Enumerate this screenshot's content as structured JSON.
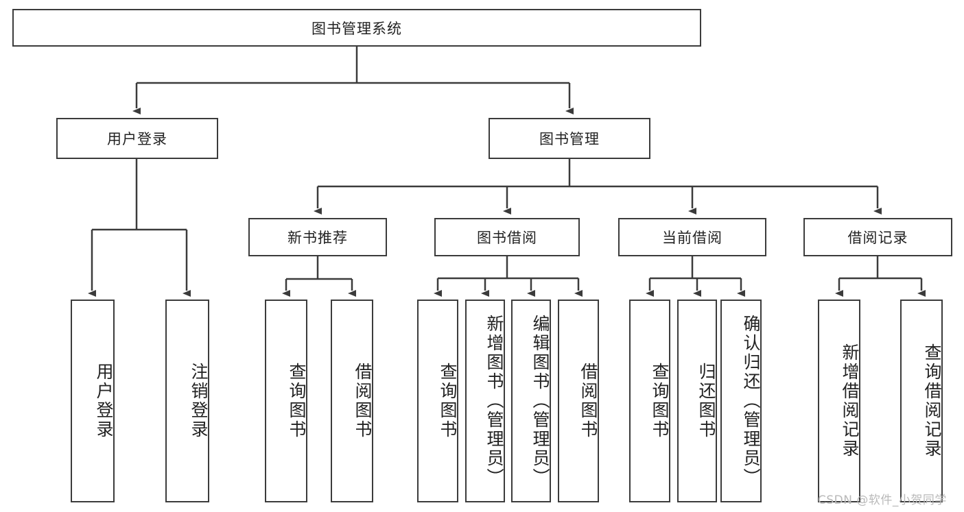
{
  "diagram": {
    "type": "tree-hierarchy-chart",
    "title": "图书管理系统",
    "colors": {
      "stroke": "#3b3b3b",
      "fill": "#ffffff",
      "text": "#222222",
      "watermark": "#b9b9b9"
    },
    "root": {
      "label": "图书管理系统"
    },
    "level2": [
      {
        "label": "用户登录"
      },
      {
        "label": "图书管理"
      }
    ],
    "level3": [
      {
        "label": "新书推荐"
      },
      {
        "label": "图书借阅"
      },
      {
        "label": "当前借阅"
      },
      {
        "label": "借阅记录"
      }
    ],
    "leaves": {
      "user_login": [
        {
          "label": "用户登录"
        },
        {
          "label": "注销登录"
        }
      ],
      "new_book_recommend": [
        {
          "label": "查询图书"
        },
        {
          "label": "借阅图书"
        }
      ],
      "book_borrow": [
        {
          "label": "查询图书"
        },
        {
          "label": "新增图书（管理员）"
        },
        {
          "label": "编辑图书（管理员）"
        },
        {
          "label": "借阅图书"
        }
      ],
      "current_borrow": [
        {
          "label": "查询图书"
        },
        {
          "label": "归还图书"
        },
        {
          "label": "确认归还（管理员）"
        }
      ],
      "borrow_record": [
        {
          "label": "新增借阅记录"
        },
        {
          "label": "查询借阅记录"
        }
      ]
    }
  },
  "watermark": {
    "text": "CSDN @软件_小贺同学"
  }
}
